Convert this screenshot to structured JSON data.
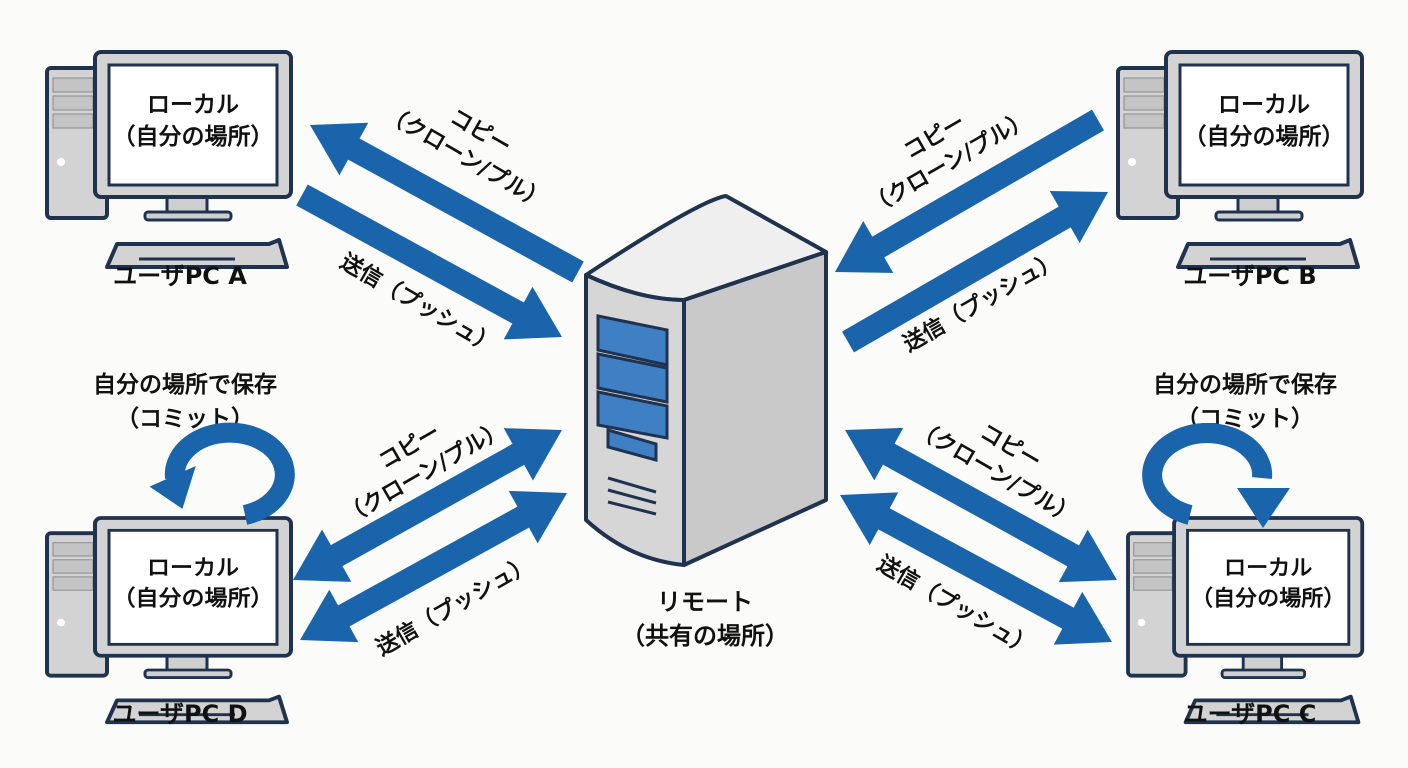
{
  "colors": {
    "arrow": "#1a64ab",
    "outline": "#1f3350",
    "body": "#d3d3d3",
    "screen": "#ffffff",
    "drive": "#3f7fc4"
  },
  "pcs": {
    "a": {
      "screen_line1": "ローカル",
      "screen_line2": "（自分の場所）",
      "label": "ユーザPC A"
    },
    "b": {
      "screen_line1": "ローカル",
      "screen_line2": "（自分の場所）",
      "label": "ユーザPC B"
    },
    "c": {
      "screen_line1": "ローカル",
      "screen_line2": "（自分の場所）",
      "label": "ユーザPC C",
      "commit_line1": "自分の場所で保存",
      "commit_line2": "（コミット）"
    },
    "d": {
      "screen_line1": "ローカル",
      "screen_line2": "（自分の場所）",
      "label": "ユーザPC D",
      "commit_line1": "自分の場所で保存",
      "commit_line2": "（コミット）"
    }
  },
  "remote": {
    "line1": "リモート",
    "line2": "（共有の場所）"
  },
  "arrows": {
    "copy_line1": "コピー",
    "copy_line2": "（クローン/プル）",
    "push": "送信（プッシュ）"
  }
}
